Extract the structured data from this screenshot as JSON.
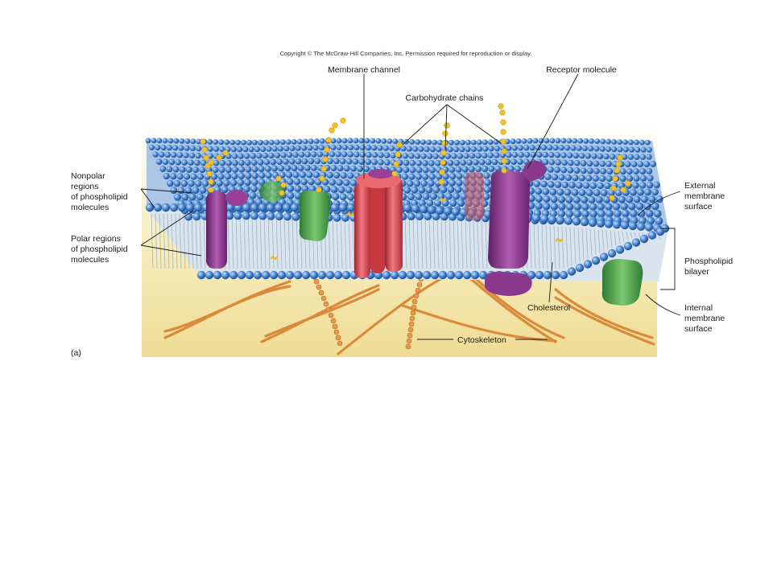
{
  "copyright": "Copyright © The McGraw-Hill Companies, Inc. Permission required for reproduction or display.",
  "panel_label": "(a)",
  "labels": {
    "membrane_channel": "Membrane channel",
    "receptor_molecule": "Receptor molecule",
    "carbohydrate_chains": "Carbohydrate chains",
    "nonpolar": [
      "Nonpolar",
      "regions",
      "of phospholipid",
      "molecules"
    ],
    "polar": [
      "Polar regions",
      "of phospholipid",
      "molecules"
    ],
    "external": [
      "External",
      "membrane",
      "surface"
    ],
    "bilayer": [
      "Phospholipid",
      "bilayer"
    ],
    "internal": [
      "Internal",
      "membrane",
      "surface"
    ],
    "cholesterol": "Cholesterol",
    "cytoskeleton": "Cytoskeleton"
  },
  "colors": {
    "phospholipid_head": "#4a86d0",
    "cytoplasm": "#f2e2a0",
    "protein_purple": "#8a3a8c",
    "channel_red": "#d4434b",
    "protein_green": "#4b9e4b",
    "carbohydrate": "#f0c428",
    "cytoskeleton": "#d98a3a"
  }
}
